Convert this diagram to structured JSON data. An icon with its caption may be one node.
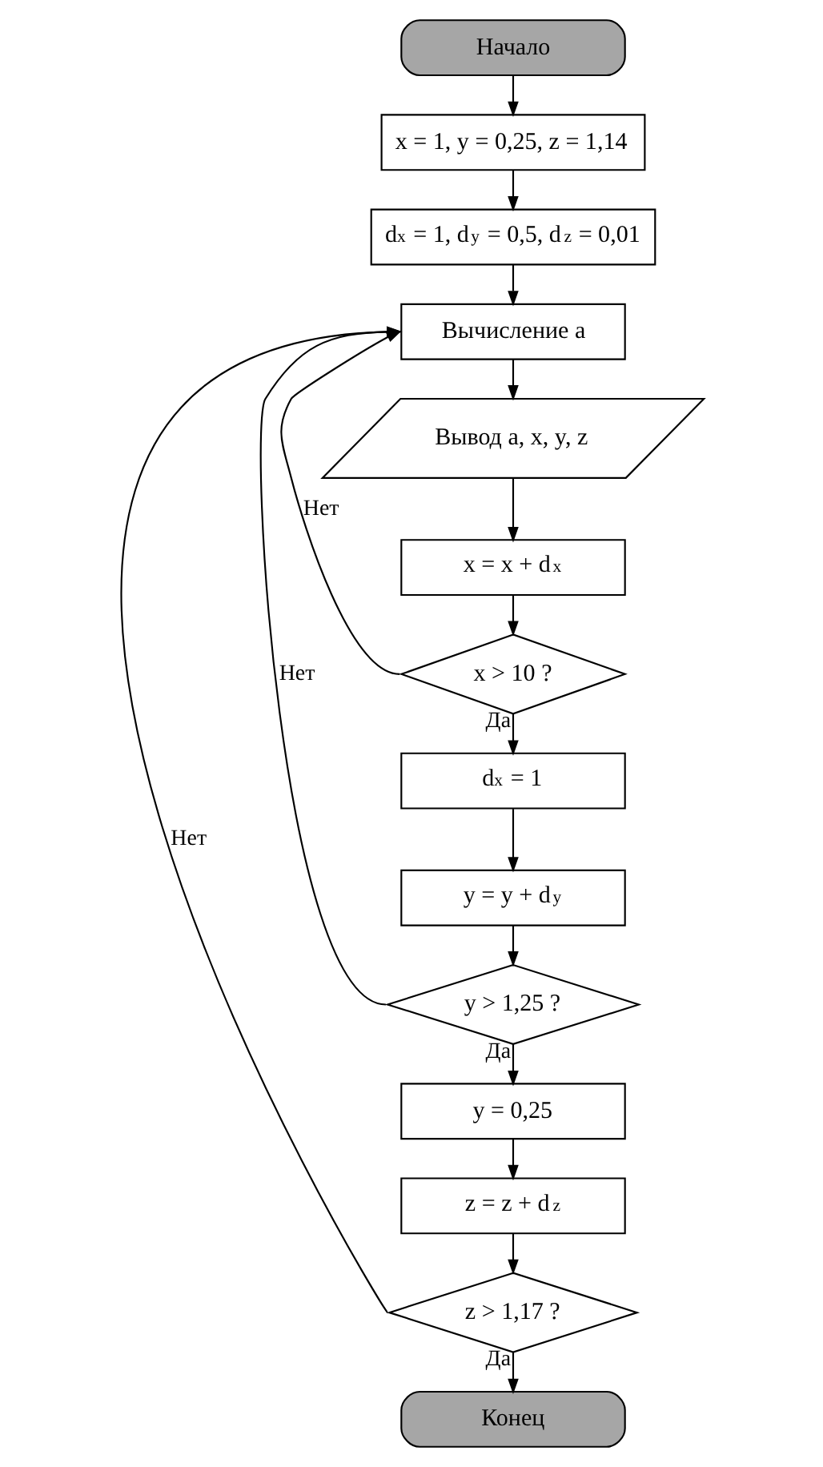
{
  "diagram": {
    "nodes": [
      {
        "text": [
          "Начало"
        ]
      },
      {
        "text": [
          "x = 1, y = 0,25, z = 1,14"
        ]
      },
      {
        "text": [
          "d$_{x}$ = 1, d$_{y}$ = 0,5, d$_{z}$ = 0,01"
        ]
      },
      {
        "text": [
          "Вычисление a"
        ]
      },
      {
        "text": [
          "Вывод a, x, y, z"
        ]
      },
      {
        "text": [
          "x = x + d$_{x}$"
        ]
      },
      {
        "text": [
          "x > 10 ?"
        ]
      },
      {
        "text": [
          "d$_{x}$ = 1"
        ]
      },
      {
        "text": [
          "y = y + d$_{y}$"
        ]
      },
      {
        "text": [
          "y > 1,25 ?"
        ]
      },
      {
        "text": [
          "y = 0,25"
        ]
      },
      {
        "text": [
          "z = z + d$_{z}$"
        ]
      },
      {
        "text": [
          "z > 1,17 ?"
        ]
      },
      {
        "text": [
          "Конец"
        ]
      }
    ],
    "edges": [
      {
        "from": 0,
        "to": 1,
        "arrow": "to"
      },
      {
        "from": 1,
        "to": 2,
        "arrow": "to"
      },
      {
        "from": 2,
        "to": 3,
        "arrow": "to"
      },
      {
        "from": 3,
        "to": 4,
        "arrow": "to"
      },
      {
        "from": 4,
        "to": 5,
        "arrow": "to"
      },
      {
        "from": 5,
        "to": 6,
        "arrow": "to"
      },
      {
        "from": 6,
        "to": 7,
        "label": "Да",
        "arrow": "to"
      },
      {
        "from": 7,
        "to": 8,
        "arrow": "to"
      },
      {
        "from": 8,
        "to": 9,
        "arrow": "to"
      },
      {
        "from": 9,
        "to": 10,
        "label": "Да",
        "arrow": "to"
      },
      {
        "from": 10,
        "to": 11,
        "arrow": "to"
      },
      {
        "from": 11,
        "to": 12,
        "arrow": "to"
      },
      {
        "from": 12,
        "to": 13,
        "label": "Да",
        "arrow": "to"
      },
      {
        "from": 6,
        "to": 3,
        "label": "Нет",
        "arrow": "to"
      },
      {
        "from": 9,
        "to": 3,
        "label": "Нет",
        "arrow": "to"
      },
      {
        "from": 12,
        "to": 3,
        "label": "Нет",
        "arrow": "to"
      }
    ]
  }
}
